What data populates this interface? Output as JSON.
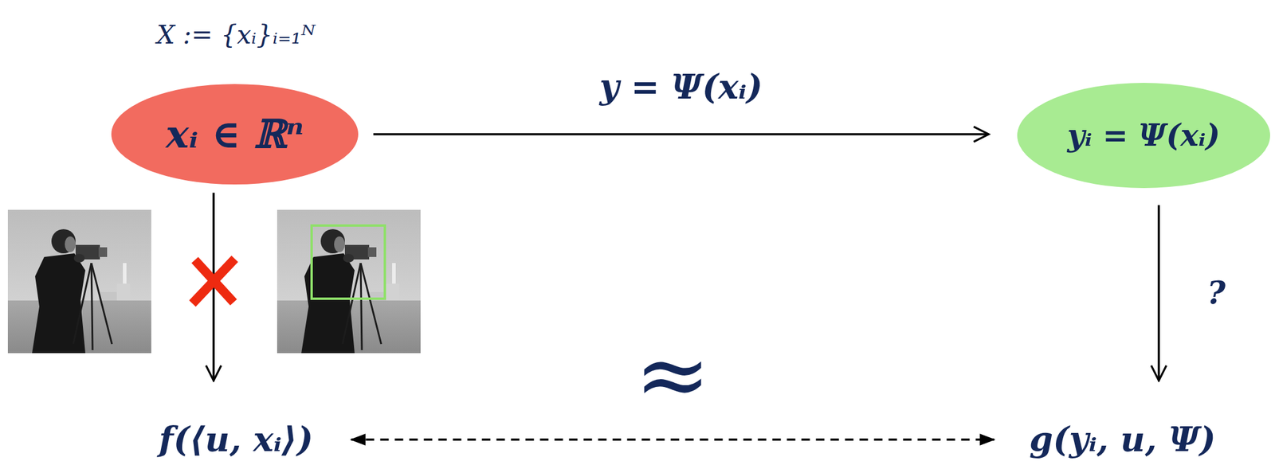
{
  "diagram": {
    "nodes": [
      {
        "text": [
          "xᵢ ∈ ℝⁿ"
        ]
      },
      {
        "text": [
          "yᵢ = Ψ(xᵢ)"
        ]
      },
      {
        "text": [
          "f(⟨u, xᵢ⟩)"
        ]
      },
      {
        "text": [
          "g(yᵢ, u, Ψ)"
        ]
      }
    ],
    "edges": [
      {
        "from": 0,
        "to": 1,
        "arrow": "to",
        "label": "y = Ψ(xᵢ)"
      },
      {
        "from": 0,
        "to": 2,
        "arrow": "to"
      },
      {
        "from": 1,
        "to": 3,
        "arrow": "to",
        "label": "?"
      },
      {
        "from": 2,
        "to": 3,
        "arrow": "both",
        "label": "≈"
      }
    ],
    "labels": [
      "X := {xᵢ}ᵢ₌₁ᴺ"
    ]
  }
}
